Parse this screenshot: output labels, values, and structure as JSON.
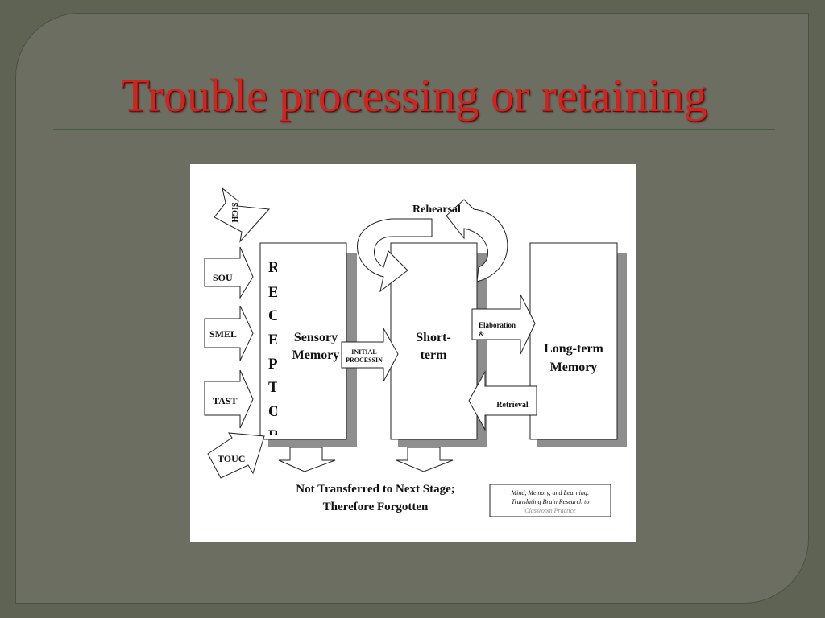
{
  "slide": {
    "title": "Trouble processing or retaining",
    "title_color": "#d8201c",
    "background_color": "#6b6e61"
  },
  "diagram": {
    "senses": [
      "SIGH",
      "SOU",
      "SMEL",
      "TAST",
      "TOUC"
    ],
    "receptor_letters": [
      "R",
      "E",
      "C",
      "E",
      "P",
      "T",
      "O",
      "R"
    ],
    "sensory_memory": [
      "Sensory",
      "Memory"
    ],
    "initial_processing": [
      "INITIAL",
      "PROCESSIN"
    ],
    "short_term": [
      "Short-",
      "term"
    ],
    "rehearsal": "Rehearsal",
    "elaboration": [
      "Elaboration",
      "&"
    ],
    "retrieval": "Retrieval",
    "long_term": [
      "Long-term",
      "Memory"
    ],
    "forgotten": [
      "Not Transferred to Next Stage;",
      "Therefore Forgotten"
    ],
    "citation": [
      "Mind, Memory, and Learning:",
      "Translating Brain Research to",
      "Classroom Practice"
    ]
  }
}
